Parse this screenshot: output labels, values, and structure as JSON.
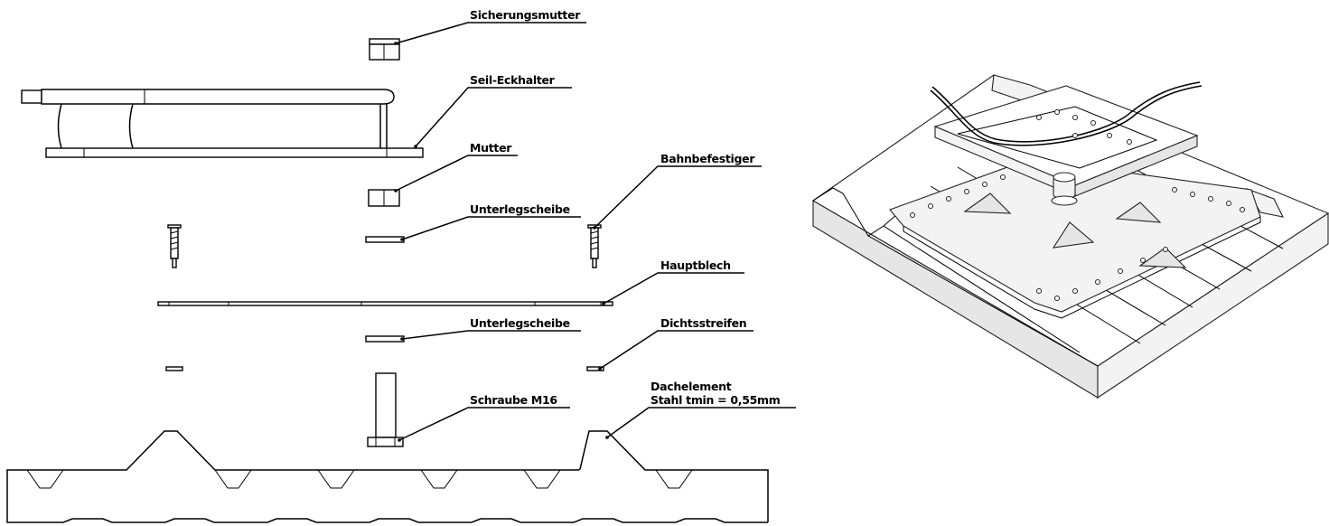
{
  "labels": {
    "sicherungsmutter": "Sicherungsmutter",
    "seil_eckhalter": "Seil-Eckhalter",
    "mutter": "Mutter",
    "bahnbefestiger": "Bahnbefestiger",
    "unterlegscheibe_top": "Unterlegscheibe",
    "hauptblech": "Hauptblech",
    "unterlegscheibe_bottom": "Unterlegscheibe",
    "dichtstreifen": "Dichtsstreifen",
    "dachelement_line1": "Dachelement",
    "dachelement_line2": "Stahl tmin = 0,55mm",
    "schraube": "Schraube M16"
  },
  "colors": {
    "stroke": "#000000",
    "background": "#ffffff"
  }
}
